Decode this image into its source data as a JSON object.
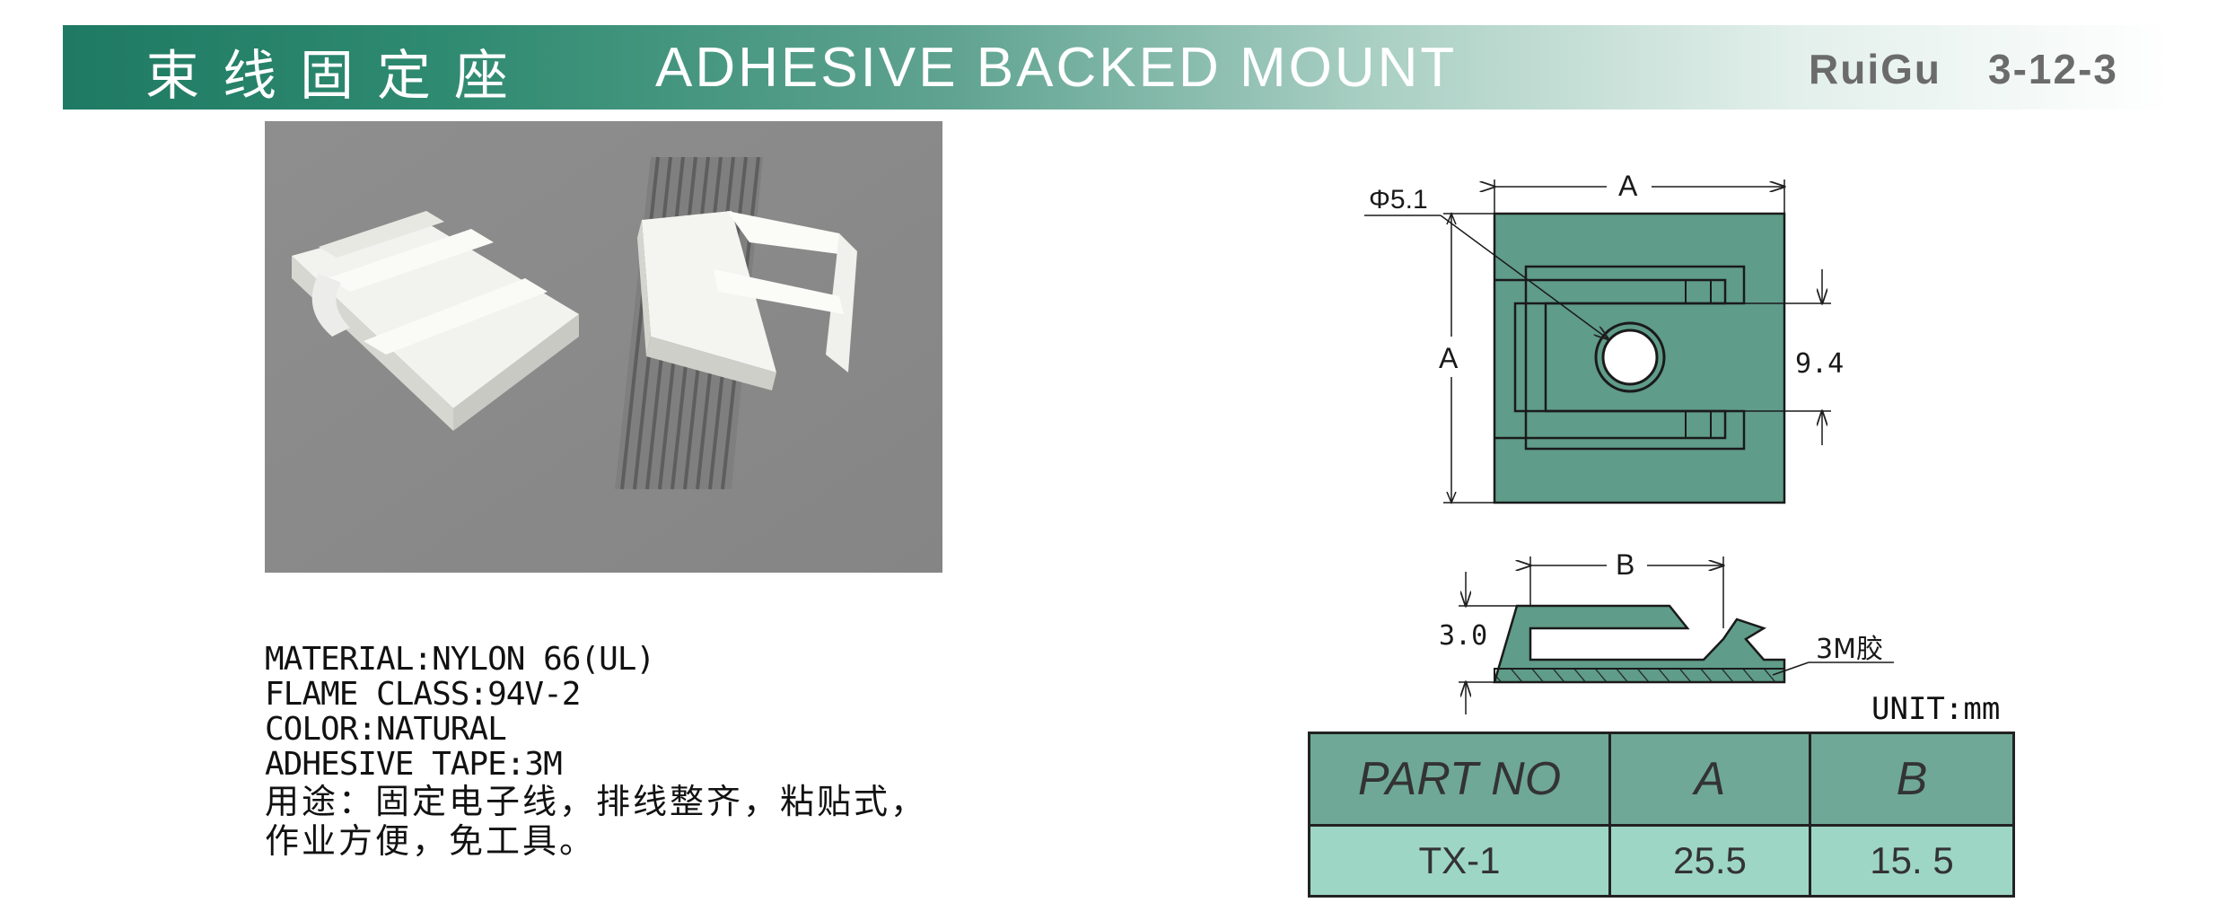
{
  "header": {
    "title_cn": "束线固定座",
    "title_en": "ADHESIVE BACKED MOUNT",
    "brand": "RuiGu",
    "code": "3-12-3"
  },
  "specs": {
    "material": "MATERIAL:NYLON 66(UL)",
    "flame_class": "FLAME CLASS:94V-2",
    "color": "COLOR:NATURAL",
    "adhesive_tape": "ADHESIVE TAPE:3M",
    "usage_line1": "用途：固定电子线，排线整齐，粘贴式，",
    "usage_line2": "作业方便，免工具。"
  },
  "drawing": {
    "hole_label": "Φ5.1",
    "dim_a_top": "A",
    "dim_a_left": "A",
    "dim_slot": "9.4",
    "dim_b": "B",
    "dim_height": "3.0",
    "tape_label": "3M胶"
  },
  "table": {
    "unit": "UNIT:mm",
    "headers": [
      "PART NO",
      "A",
      "B"
    ],
    "rows": [
      [
        "TX-1",
        "25.5",
        "15. 5"
      ]
    ]
  },
  "colors": {
    "mount_fill": "#5f9c89",
    "banner_green": "#1f7a63",
    "table_header": "#6fa896",
    "table_row": "#9ed6c5"
  }
}
